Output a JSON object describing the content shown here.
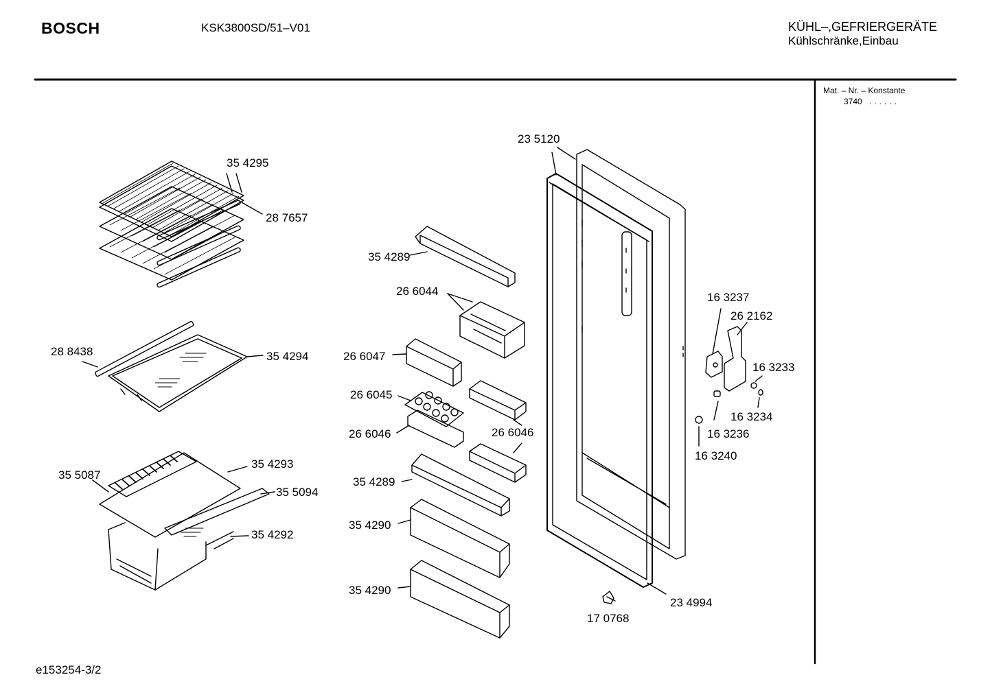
{
  "header": {
    "brand": "BOSCH",
    "model": "KSK3800SD/51–V01",
    "category_line1": "KÜHL–,GEFRIERGERÄTE",
    "category_line2": "Kühlschränke,Einbau"
  },
  "sidebar": {
    "mat_label": "Mat. – Nr. – Konstante",
    "mat_value": "3740",
    "mat_dots": "......"
  },
  "footer": {
    "doc_id": "e153254-3/2"
  },
  "parts": [
    {
      "id": "p1",
      "label": "35 4295"
    },
    {
      "id": "p2",
      "label": "28 7657"
    },
    {
      "id": "p3",
      "label": "28 8438"
    },
    {
      "id": "p4",
      "label": "35 4294"
    },
    {
      "id": "p5",
      "label": "35 5087"
    },
    {
      "id": "p6",
      "label": "35 4293"
    },
    {
      "id": "p7",
      "label": "35 5094"
    },
    {
      "id": "p8",
      "label": "35 4292"
    },
    {
      "id": "p9",
      "label": "35 4289"
    },
    {
      "id": "p10",
      "label": "26 6044"
    },
    {
      "id": "p11",
      "label": "26 6047"
    },
    {
      "id": "p12",
      "label": "26 6045"
    },
    {
      "id": "p13",
      "label": "26 6046"
    },
    {
      "id": "p14",
      "label": "26 6046"
    },
    {
      "id": "p15",
      "label": "35 4289"
    },
    {
      "id": "p16",
      "label": "35 4290"
    },
    {
      "id": "p17",
      "label": "35 4290"
    },
    {
      "id": "p18",
      "label": "23 5120"
    },
    {
      "id": "p19",
      "label": "23 4994"
    },
    {
      "id": "p20",
      "label": "17 0768"
    },
    {
      "id": "p21",
      "label": "16 3237"
    },
    {
      "id": "p22",
      "label": "26 2162"
    },
    {
      "id": "p23",
      "label": "16 3233"
    },
    {
      "id": "p24",
      "label": "16 3234"
    },
    {
      "id": "p25",
      "label": "16 3236"
    },
    {
      "id": "p26",
      "label": "16 3240"
    }
  ]
}
